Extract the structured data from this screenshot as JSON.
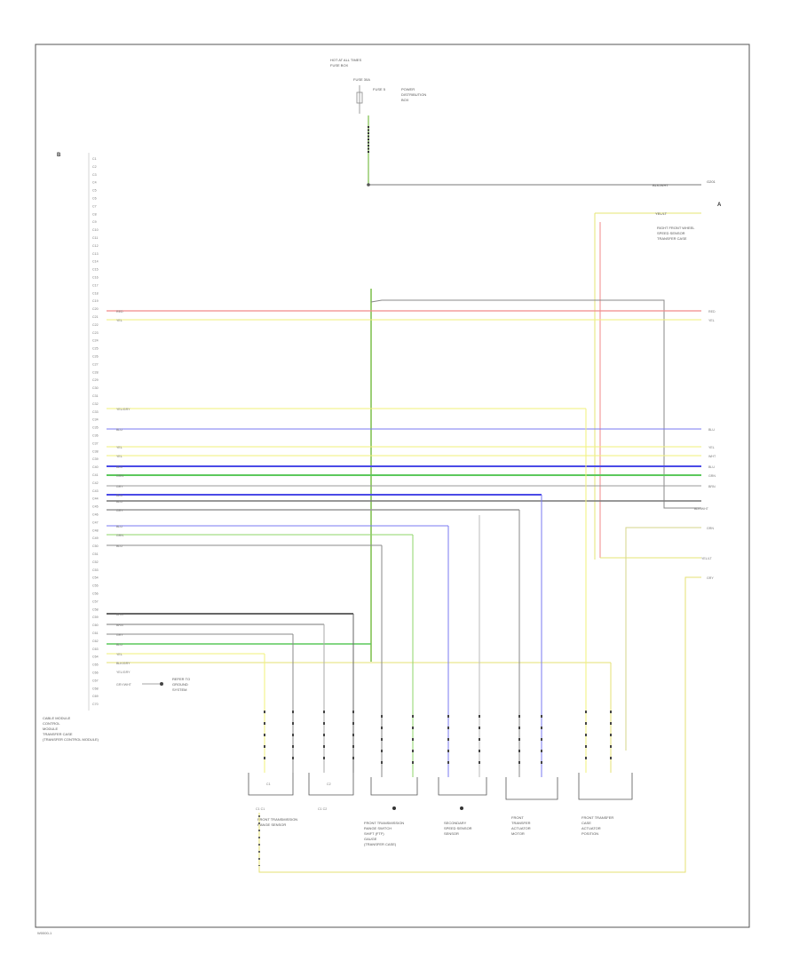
{
  "diagram": {
    "footer_code": "W0000-1"
  },
  "top_supply": {
    "title_lines": [
      "HOT AT ALL TIMES",
      "FUSE BOX",
      "FUSE 30A"
    ],
    "fuse_name": "FUSE 5",
    "fuse_desc": [
      "POWER",
      "DISTRIBUTION",
      "BOX"
    ],
    "ground_label": "BLK/WHT",
    "ground_ref": "G201"
  },
  "module_block": {
    "letter": "B",
    "name_lines": [
      "CABLE MODULE",
      "CONTROL",
      "MODULE",
      "TRANSFER CASE",
      "(TRANSFER CONTROL MODULE)"
    ],
    "pins": [
      "C1",
      "C2",
      "C3",
      "C4",
      "C5",
      "C6",
      "C7",
      "C8",
      "C9",
      "C10",
      "C11",
      "C12",
      "C13",
      "C14",
      "C15",
      "C16",
      "C17",
      "C18",
      "C19",
      "C20",
      "C21",
      "C22",
      "C23",
      "C24",
      "C25",
      "C26",
      "C27",
      "C28",
      "C29",
      "C30",
      "C31",
      "C32",
      "C33",
      "C34",
      "C35",
      "C36",
      "C37",
      "C38",
      "C39",
      "C40",
      "C41",
      "C42",
      "C43",
      "C44",
      "C45",
      "C46",
      "C47",
      "C48",
      "C49",
      "C50",
      "C51",
      "C52",
      "C53",
      "C54",
      "C55",
      "C56",
      "C57",
      "C58",
      "C59",
      "C60",
      "C61",
      "C62",
      "C63",
      "C64",
      "C65",
      "C66",
      "C67",
      "C68",
      "C69",
      "C70"
    ]
  },
  "right_labels": {
    "ref_a": "A",
    "sensor_title": [
      "RIGHT FRONT WHEEL",
      "SPEED SENSOR",
      "TRANSFER CASE"
    ],
    "yel_label": "YEL/LT",
    "wire_ends": [
      "RED",
      "YEL",
      "BLU",
      "YEL",
      "WHT",
      "BLU",
      "GRN",
      "BRN",
      "BLK/WHT",
      "GRN",
      "YEL/LT",
      "GRY"
    ]
  },
  "wire_labels": [
    "RED",
    "YEL",
    "YEL/GRY",
    "BLU",
    "YEL",
    "YEL",
    "BLU",
    "GRN",
    "GRY",
    "BLU",
    "BLU",
    "GRY",
    "BLU",
    "GRN",
    "BLU",
    "BRN",
    "BRN",
    "GRY",
    "BLU",
    "YEL",
    "BLK/GRY",
    "YEL/GRY"
  ],
  "ground_note": {
    "wire": "GRY/WHT",
    "text": [
      "REFER TO",
      "GROUND",
      "SYSTEM"
    ]
  },
  "connectors": {
    "c1": "C1",
    "c2": "C2"
  },
  "components": [
    {
      "lines": [
        "FRONT TRANSMISSION",
        "RANGE SENSOR"
      ],
      "ids": [
        "C1 C1",
        "C1 C2"
      ]
    },
    {
      "lines": [
        "FRONT TRANSMISSION",
        "RANGE SWITCH",
        "SHIFT (FTF)",
        "GAUGE",
        "(TRANSFER CASE)"
      ]
    },
    {
      "lines": [
        "SECONDARY",
        "SPEED SENSOR",
        "SENSOR"
      ]
    },
    {
      "lines": [
        "FRONT",
        "TRANSFER",
        "ACTUATOR",
        "MOTOR"
      ]
    },
    {
      "lines": [
        "FRONT TRANSFER",
        "CASE",
        "ACTUATOR",
        "POSITION"
      ]
    }
  ]
}
